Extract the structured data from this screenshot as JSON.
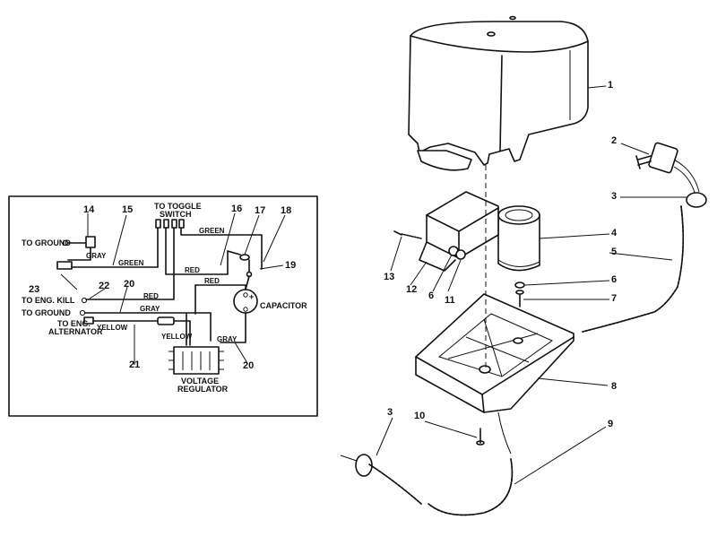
{
  "schematic": {
    "to_toggle_switch_line1": "TO TOGGLE",
    "to_toggle_switch_line2": "SWITCH",
    "to_ground_top": "TO GROUND",
    "to_eng_kill": "TO ENG. KILL",
    "to_ground_bottom": "TO GROUND",
    "to_eng_alternator_line1": "TO ENG.",
    "to_eng_alternator_line2": "ALTERNATOR",
    "capacitor": "CAPACITOR",
    "voltage_regulator_line1": "VOLTAGE",
    "voltage_regulator_line2": "REGULATOR",
    "plus_sign": "+",
    "wire_colors": {
      "gray_top": "GRAY",
      "green_middle": "GREEN",
      "green_top": "GREEN",
      "red_mid": "RED",
      "red_upper": "RED",
      "red_lower": "RED",
      "gray_lower": "GRAY",
      "yellow_left": "YELLOW",
      "yellow_mid": "YELLOW",
      "gray_right": "GRAY"
    },
    "callouts": {
      "c14": "14",
      "c15": "15",
      "c16": "16",
      "c17": "17",
      "c18": "18",
      "c19": "19",
      "c20a": "20",
      "c20b": "20",
      "c21": "21",
      "c22": "22",
      "c23": "23"
    }
  },
  "exploded_view": {
    "callouts": {
      "c1": "1",
      "c2": "2",
      "c3a": "3",
      "c3b": "3",
      "c4": "4",
      "c5": "5",
      "c6a": "6",
      "c6b": "6",
      "c7": "7",
      "c8": "8",
      "c9": "9",
      "c10": "10",
      "c11": "11",
      "c12": "12",
      "c13": "13"
    }
  }
}
